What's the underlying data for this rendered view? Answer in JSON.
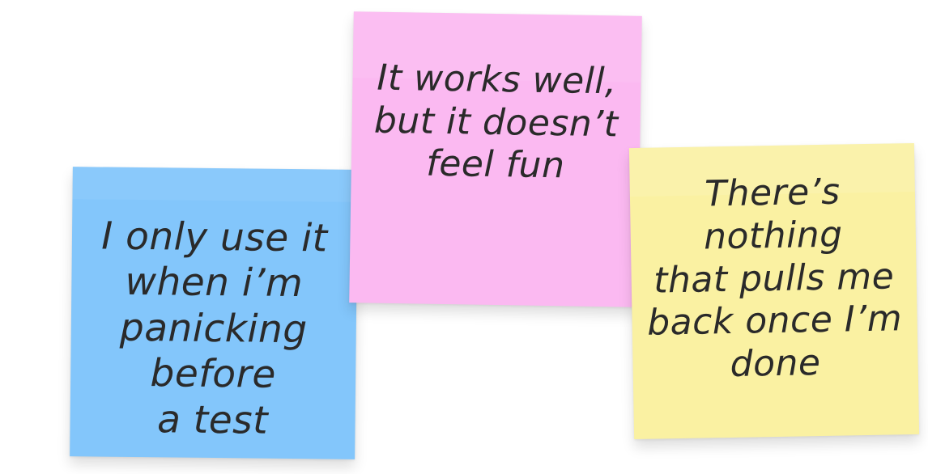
{
  "notes": [
    {
      "color": "#83c6fb",
      "text": "I only use it\nwhen i’m\npanicking before\na test"
    },
    {
      "color": "#fbb9f1",
      "text": "It works well,\nbut it doesn’t\nfeel fun"
    },
    {
      "color": "#faf1a2",
      "text": "There’s nothing\nthat pulls me\nback once I’m\ndone"
    }
  ]
}
